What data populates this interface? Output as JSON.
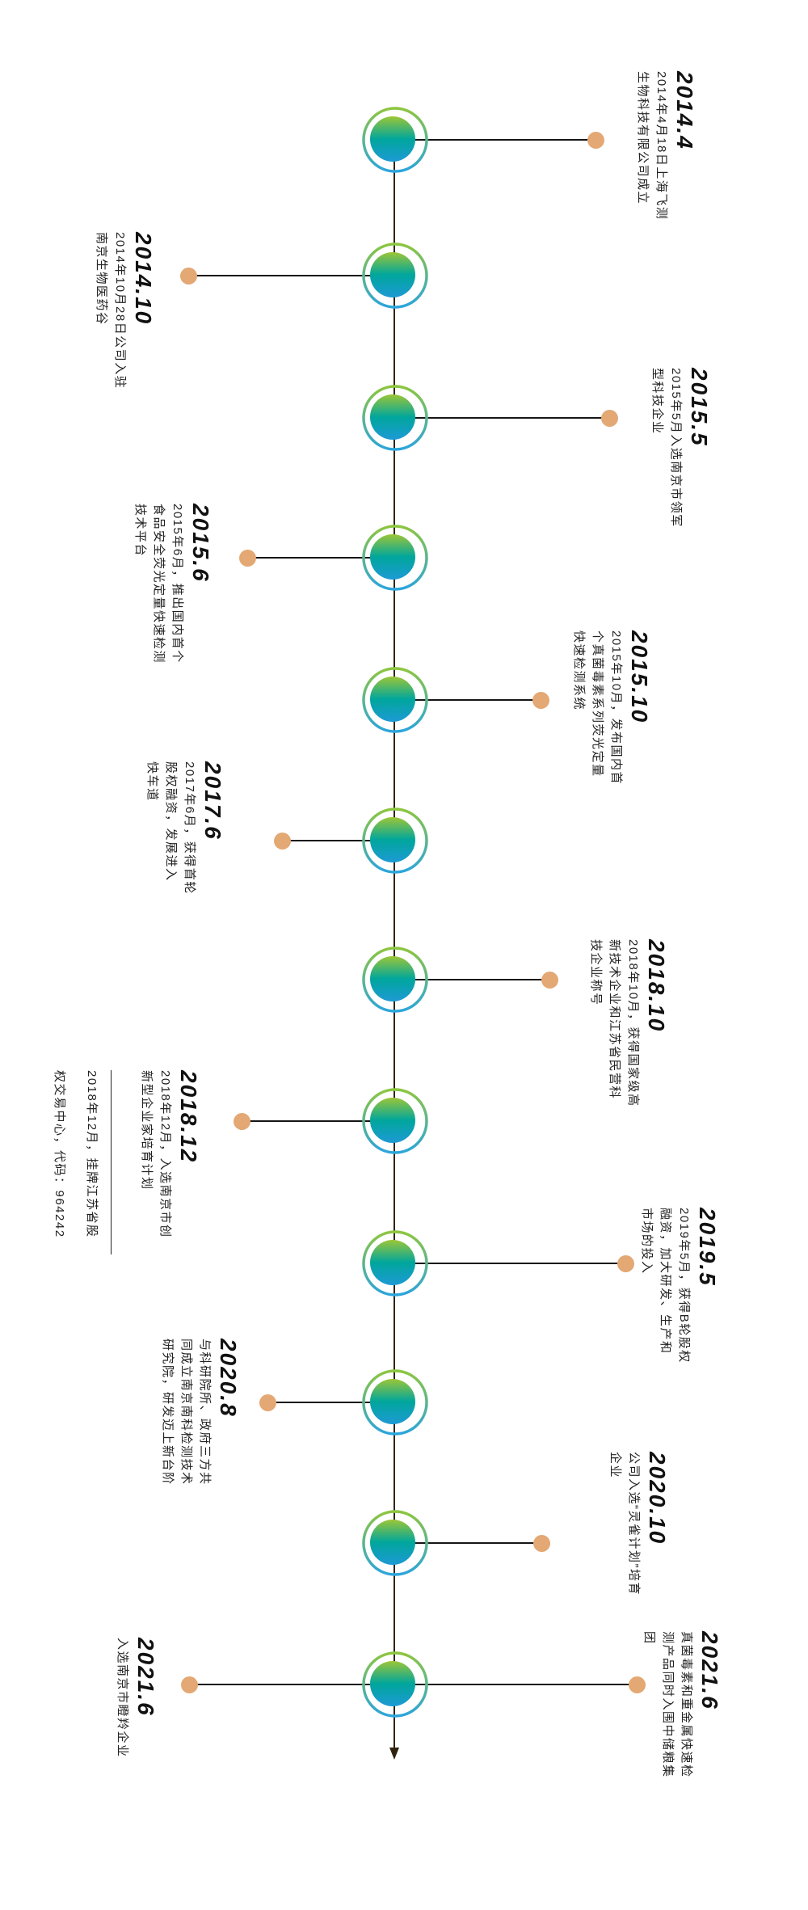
{
  "page": {
    "background": "#ffffff"
  },
  "timeline": {
    "axis_color": "#30230e",
    "connector_color": "#151515",
    "dot_color": "#e3a873",
    "node_fill_gradient": {
      "top": "#9cc637",
      "mid": "#00a69c",
      "bottom": "#1d9ad5"
    },
    "ring_gradient": {
      "top": "#8dc63f",
      "bottom": "#2ba5dc"
    },
    "text_color": "#222222",
    "date_color": "#111111"
  },
  "items": [
    {
      "date": "2014.4",
      "side": "right",
      "lines": [
        "2014年4月18日上海飞测",
        "生物科技有限公司成立"
      ]
    },
    {
      "date": "2014.10",
      "side": "left",
      "lines": [
        "2014年10月28日公司入驻",
        "南京生物医药谷"
      ]
    },
    {
      "date": "2015.5",
      "side": "right",
      "lines": [
        "2015年5月入选南京市领军",
        "型科技企业"
      ]
    },
    {
      "date": "2015.6",
      "side": "left",
      "lines": [
        "2015年6月，推出国内首个",
        "食品安全荧光定量快速检测",
        "技术平台"
      ]
    },
    {
      "date": "2015.10",
      "side": "right",
      "lines": [
        "2015年10月，发布国内首",
        "个真菌毒素系列荧光定量",
        "快速检测系统"
      ]
    },
    {
      "date": "2017.6",
      "side": "left",
      "lines": [
        "2017年6月，获得首轮",
        "股权融资，发展进入",
        "快车道"
      ]
    },
    {
      "date": "2018.10",
      "side": "right",
      "lines": [
        "2018年10月，获得国家级高",
        "新技术企业和江苏省民营科",
        "技企业称号"
      ]
    },
    {
      "date": "2018.12",
      "side": "left",
      "lines": [
        "2018年12月，入选南京市创",
        "新型企业家培育计划"
      ],
      "extra": [
        "2018年12月，挂牌江苏省股",
        "权交易中心，代码：964242"
      ]
    },
    {
      "date": "2019.5",
      "side": "right",
      "lines": [
        "2019年5月，获得B轮股权",
        "融资，加大研发、生产和",
        "市场的投入"
      ]
    },
    {
      "date": "2020.8",
      "side": "left",
      "lines": [
        "与科研院所、政府三方共",
        "同成立南京南科检测技术",
        "研究院，研发迈上新台阶"
      ]
    },
    {
      "date": "2020.10",
      "side": "right",
      "lines": [
        "公司入选“灵雀计划”培育",
        "企业"
      ]
    },
    {
      "date": "2021.6",
      "side": "left",
      "lines": [
        "入选南京市瞪羚企业"
      ]
    },
    {
      "date": "2021.6",
      "side": "right",
      "lines": [
        "真菌毒素和重金属快速检",
        "测产品同时入围中储粮集",
        "团"
      ]
    }
  ]
}
